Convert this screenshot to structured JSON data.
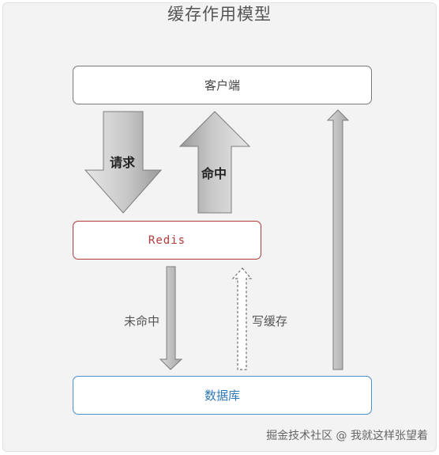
{
  "title": "缓存作用模型",
  "nodes": {
    "client": "客户端",
    "redis": "Redis",
    "database": "数据库"
  },
  "edges": {
    "request": "请求",
    "hit": "命中",
    "miss": "未命中",
    "write_cache": "写缓存"
  },
  "watermark": "掘金技术社区 @ 我就这样张望着"
}
